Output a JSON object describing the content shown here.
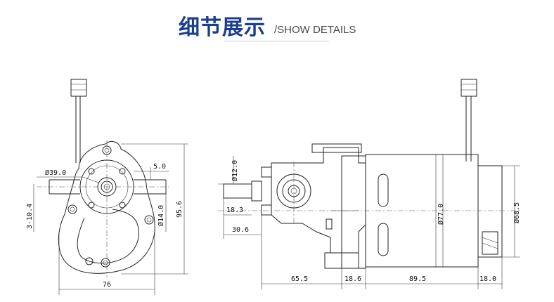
{
  "header": {
    "title_cn": "细节展示",
    "title_en": "/SHOW DETAILS"
  },
  "front_view": {
    "dim_diameter_outer": "Ø39.0",
    "dim_offset": "5.0",
    "dim_shaft": "Ø14.0",
    "dim_height": "95.6",
    "dim_width": "76",
    "dim_holes": "3-10.4"
  },
  "side_view": {
    "dim_shaft_dia": "Ø12.0",
    "dim_shaft_len": "18.3",
    "dim_nose": "30.6",
    "dim_body_dia": "Ø77.0",
    "dim_tail_dia": "Ø68.5",
    "dim_pump_len": "65.5",
    "dim_flange": "18.6",
    "dim_motor_len": "89.5",
    "dim_tail_len": "18.0"
  }
}
